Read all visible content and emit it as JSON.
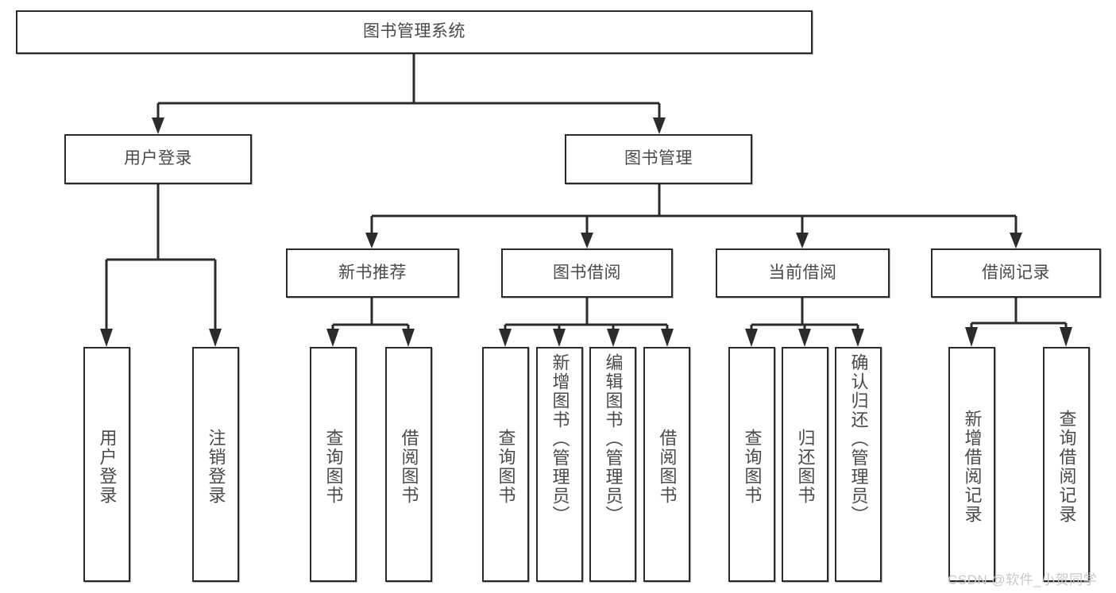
{
  "diagram": {
    "title": "图书管理系统",
    "type": "tree-hierarchy-chart",
    "watermark": "CSDN @软件_小贺同学",
    "colors": {
      "box_border": "#2b2b2b",
      "box_fill": "#ffffff",
      "text": "#4a4a4a",
      "connector": "#2b2b2b",
      "watermark": "#c9c9c9"
    },
    "root": {
      "label": "图书管理系统"
    },
    "level2": [
      {
        "label": "用户登录"
      },
      {
        "label": "图书管理"
      }
    ],
    "level3": [
      {
        "label": "新书推荐"
      },
      {
        "label": "图书借阅"
      },
      {
        "label": "当前借阅"
      },
      {
        "label": "借阅记录"
      }
    ],
    "leaves_user_login": [
      {
        "label": "用户登录"
      },
      {
        "label": "注销登录"
      }
    ],
    "leaves_new_book": [
      {
        "label": "查询图书"
      },
      {
        "label": "借阅图书"
      }
    ],
    "leaves_borrow": [
      {
        "label": "查询图书"
      },
      {
        "label": "新增图书（管理员）"
      },
      {
        "label": "编辑图书（管理员）"
      },
      {
        "label": "借阅图书"
      }
    ],
    "leaves_current": [
      {
        "label": "查询图书"
      },
      {
        "label": "归还图书"
      },
      {
        "label": "确认归还（管理员）"
      }
    ],
    "leaves_records": [
      {
        "label": "新增借阅记录"
      },
      {
        "label": "查询借阅记录"
      }
    ]
  }
}
